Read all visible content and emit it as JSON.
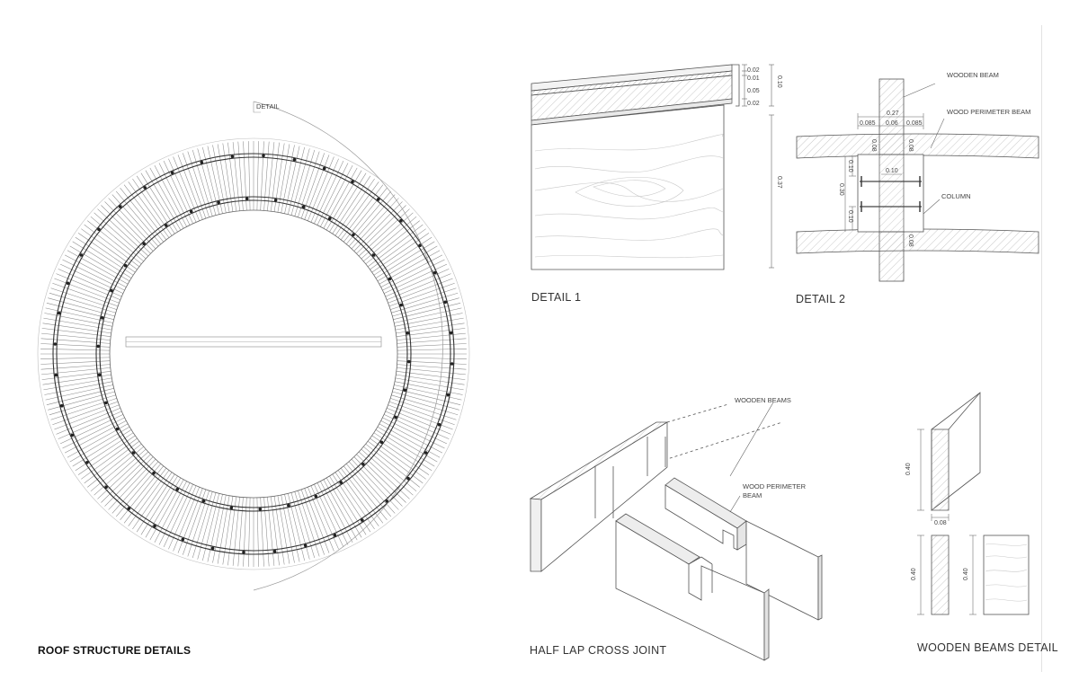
{
  "title": "ROOF STRUCTURE DETAILS",
  "plan": {
    "detail_label": "DETAIL"
  },
  "detail1": {
    "caption": "DETAIL 1",
    "dims": [
      "0.02",
      "0.01",
      "0.05",
      "0.02",
      "0.10",
      "0.37"
    ]
  },
  "detail2": {
    "caption": "DETAIL 2",
    "labels": {
      "beam": "WOODEN BEAM",
      "perimeter": "WOOD PERIMETER BEAM",
      "column": "COLUMN"
    },
    "dims": [
      "0.27",
      "0.085",
      "0.06",
      "0.085",
      "0.08",
      "0.08",
      "0.10",
      "0.10",
      "0.30",
      "0.10",
      "0.08"
    ]
  },
  "joint": {
    "caption": "HALF LAP CROSS JOINT",
    "labels": {
      "beams": "WOODEN BEAMS",
      "perimeter": "WOOD PERIMETER BEAM"
    }
  },
  "beams_detail": {
    "caption": "WOODEN BEAMS DETAIL",
    "dims": [
      "0.40",
      "0.08",
      "0.40",
      "0.40"
    ]
  }
}
